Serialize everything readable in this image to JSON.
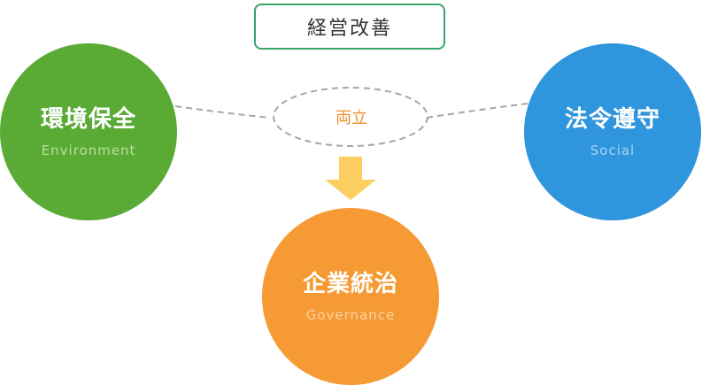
{
  "top_box": {
    "label": "経営改善"
  },
  "environment": {
    "title": "環境保全",
    "subtitle": "Environment"
  },
  "social": {
    "title": "法令遵守",
    "subtitle": "Social"
  },
  "governance": {
    "title": "企業統治",
    "subtitle": "Governance"
  },
  "balance": {
    "label": "両立"
  },
  "colors": {
    "environment": "#5aab36",
    "social": "#2f95dc",
    "governance": "#f59a34",
    "arrow": "#fdcf62",
    "box_border": "#3aa46a",
    "balance_text": "#f28c28",
    "dashed_line": "#a6a6a6"
  }
}
